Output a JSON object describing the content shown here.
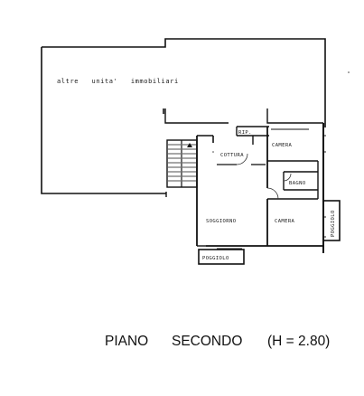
{
  "plan": {
    "label_other_units": "altre   unita'   immobiliari",
    "rooms": {
      "ripostiglio": "RIP.",
      "cottura": "COTTURA",
      "camera_top": "CAMERA",
      "bagno": "BAGNO",
      "soggiorno": "SOGGIORNO",
      "camera_bottom": "CAMERA",
      "poggiolo_bottom": "POGGIOLO",
      "poggiolo_right": "POGGIOLO"
    }
  },
  "caption": {
    "floor": "PIANO",
    "level": "SECONDO",
    "height": "(H = 2.80)"
  }
}
